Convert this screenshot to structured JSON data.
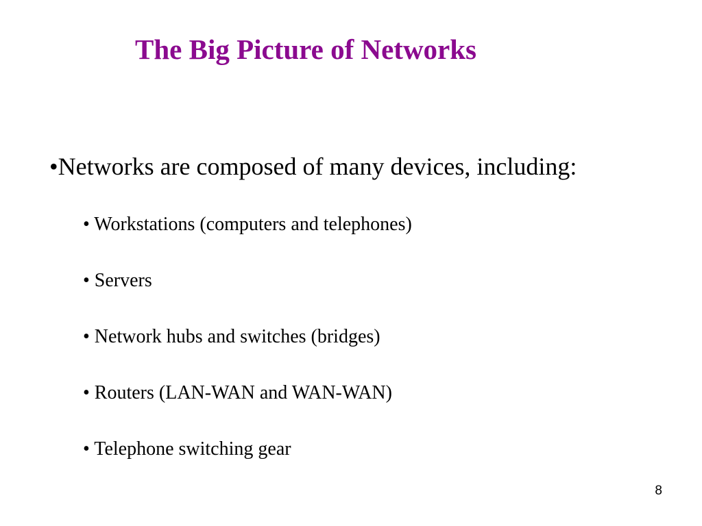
{
  "slide": {
    "title": "The Big Picture of Networks",
    "main_bullet": "•Networks are composed of many devices, including:",
    "sub_bullets": [
      "• Workstations (computers and telephones)",
      "• Servers",
      "• Network hubs and switches (bridges)",
      "• Routers (LAN-WAN and WAN-WAN)",
      "• Telephone switching gear"
    ],
    "page_number": "8",
    "title_color": "#8B0A8F"
  }
}
